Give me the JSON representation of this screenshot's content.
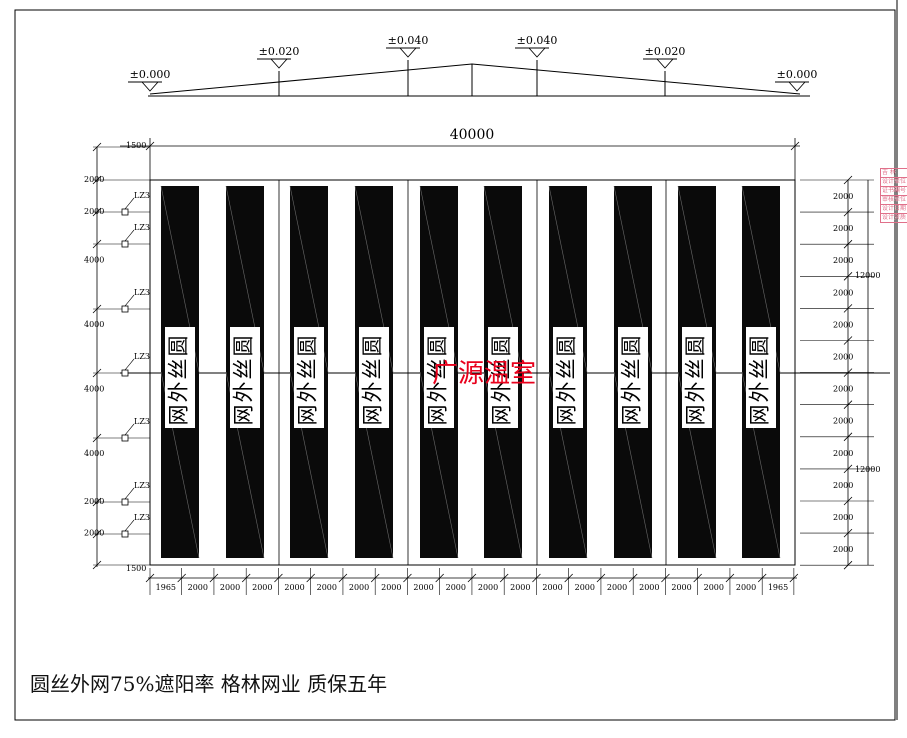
{
  "elevations": [
    "±0.000",
    "±0.020",
    "±0.040",
    "±0.040",
    "±0.020",
    "±0.000"
  ],
  "overall_width": "40000",
  "left_top_offset": "1500",
  "left_bottom_offset": "1500",
  "left_dims": [
    "2000",
    "2000",
    "4000",
    "4000",
    "4000",
    "4000",
    "2000",
    "2000"
  ],
  "column_tag": "LZ3",
  "right_dims": [
    "2000",
    "2000",
    "2000",
    "2000",
    "2000",
    "2000",
    "2000",
    "2000",
    "2000",
    "2000",
    "2000",
    "2000"
  ],
  "right_spans": [
    "12000",
    "12000"
  ],
  "bottom_dims": [
    "1965",
    "2000",
    "2000",
    "2000",
    "2000",
    "2000",
    "2000",
    "2000",
    "2000",
    "2000",
    "2000",
    "2000",
    "2000",
    "2000",
    "2000",
    "2000",
    "2000",
    "2000",
    "2000",
    "1965"
  ],
  "panel_label": "圆丝外网",
  "watermark": "广源温室",
  "caption": "圆丝外网75%遮阳率  格林网业  质保五年",
  "stamp_lines": [
    "吉 林",
    "设计单位",
    "证书编号",
    "审核单位",
    "设计日期",
    "设计资质"
  ],
  "colors": {
    "line": "#000000",
    "panel": "#0a0a0a",
    "watermark": "#e8001c",
    "stamp": "#e0708a"
  }
}
